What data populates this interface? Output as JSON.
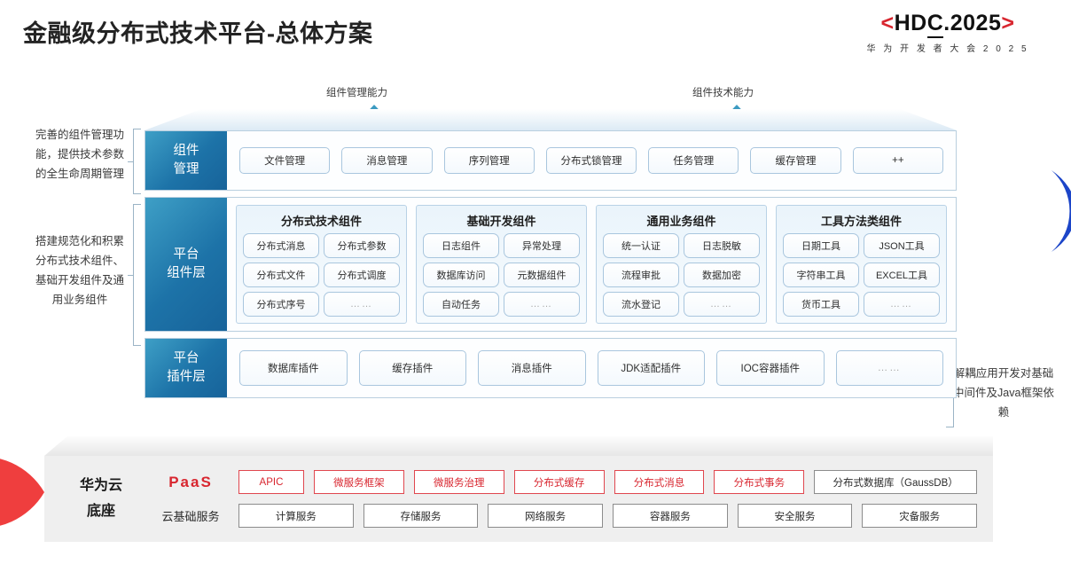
{
  "header": {
    "title": "金融级分布式技术平台-总体方案",
    "logo_bracket_left": "<",
    "logo_text_a": "HD",
    "logo_text_b": "C",
    "logo_text_c": ".2025",
    "logo_bracket_right": ">",
    "logo_sub": "华 为 开 发 者 大 会 2 0 2 5"
  },
  "arrows": {
    "left_label": "组件管理能力",
    "right_label": "组件技术能力"
  },
  "side_notes": {
    "note1": "完善的组件管理功能，提供技术参数的全生命周期管理",
    "note2": "搭建规范化和积累分布式技术组件、基础开发组件及通用业务组件",
    "right_note": "解耦应用开发对基础中间件及Java框架依赖"
  },
  "rows": {
    "component_management": {
      "label_line1": "组件",
      "label_line2": "管理",
      "items": [
        "文件管理",
        "消息管理",
        "序列管理",
        "分布式锁管理",
        "任务管理",
        "缓存管理",
        "++"
      ]
    },
    "platform_component_layer": {
      "label_line1": "平台",
      "label_line2": "组件层",
      "groups": [
        {
          "title": "分布式技术组件",
          "items": [
            "分布式消息",
            "分布式参数",
            "分布式文件",
            "分布式调度",
            "分布式序号",
            "……"
          ]
        },
        {
          "title": "基础开发组件",
          "items": [
            "日志组件",
            "异常处理",
            "数据库访问",
            "元数据组件",
            "自动任务",
            "……"
          ]
        },
        {
          "title": "通用业务组件",
          "items": [
            "统一认证",
            "日志脱敏",
            "流程审批",
            "数据加密",
            "流水登记",
            "……"
          ]
        },
        {
          "title": "工具方法类组件",
          "items": [
            "日期工具",
            "JSON工具",
            "字符串工具",
            "EXCEL工具",
            "货币工具",
            "……"
          ]
        }
      ]
    },
    "platform_plugin_layer": {
      "label_line1": "平台",
      "label_line2": "插件层",
      "items": [
        "数据库插件",
        "缓存插件",
        "消息插件",
        "JDK适配插件",
        "IOC容器插件",
        "……"
      ]
    }
  },
  "base": {
    "left_line1": "华为云",
    "left_line2": "底座",
    "paas_label": "PaaS",
    "cloud_label": "云基础服务",
    "paas_items": [
      {
        "label": "APIC",
        "style": "red"
      },
      {
        "label": "微服务框架",
        "style": "red"
      },
      {
        "label": "微服务治理",
        "style": "red"
      },
      {
        "label": "分布式缓存",
        "style": "red"
      },
      {
        "label": "分布式消息",
        "style": "red"
      },
      {
        "label": "分布式事务",
        "style": "red"
      },
      {
        "label": "分布式数据库（GaussDB）",
        "style": "gray"
      }
    ],
    "cloud_items": [
      "计算服务",
      "存储服务",
      "网络服务",
      "容器服务",
      "安全服务",
      "灾备服务"
    ]
  },
  "colors": {
    "brand_red": "#d8262f",
    "brand_blue": "#1d73a8",
    "accent_blue": "#1c45c8",
    "panel_gray": "#efefef"
  }
}
